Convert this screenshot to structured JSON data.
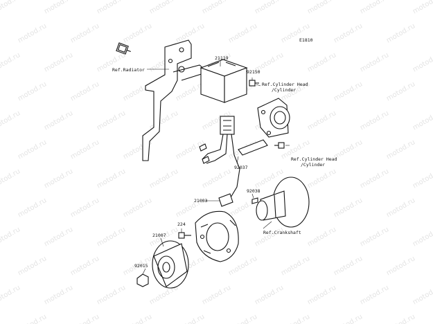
{
  "watermark": "motod.ru",
  "diagram_code": "E1810",
  "labels": {
    "ref_radiator": "Ref.Radiator",
    "p21119": "21119",
    "p92150": "92150",
    "ref_cyl_head_1a": "Ref.Cylinder Head",
    "ref_cyl_head_1b": "/Cylinder",
    "ref_cyl_head_2a": "Ref.Cylinder Head",
    "ref_cyl_head_2b": "/Cylinder",
    "p92037": "92037",
    "p92038": "92038",
    "p21003": "21003",
    "p224": "224",
    "p21007": "21007",
    "p92015": "92015",
    "ref_crankshaft": "Ref.Crankshaft"
  }
}
